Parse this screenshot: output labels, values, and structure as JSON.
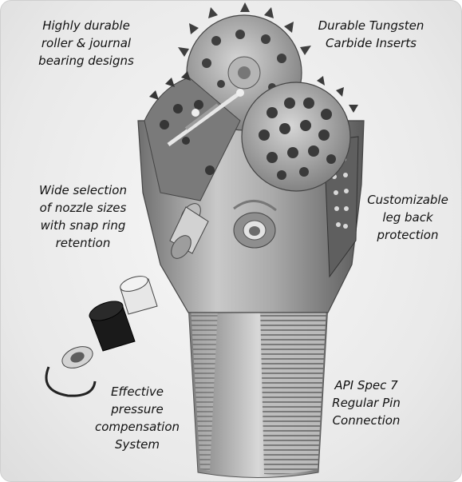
{
  "callouts": {
    "bearing": [
      "Highly durable",
      "roller & journal",
      "bearing designs"
    ],
    "tungsten": [
      "Durable Tungsten",
      "Carbide Inserts"
    ],
    "nozzle": [
      "Wide selection",
      "of nozzle sizes",
      "with snap ring",
      "retention"
    ],
    "legback": [
      "Customizable",
      "leg back",
      "protection"
    ],
    "pressure": [
      "Effective",
      "pressure",
      "compensation",
      "System"
    ],
    "pin": [
      "API Spec 7",
      "Regular Pin",
      "Connection"
    ]
  },
  "colors": {
    "text": "#111111",
    "steel_light": "#cfcfcf",
    "steel_mid": "#9a9a9a",
    "steel_dark": "#4a4a4a",
    "rubber": "#1a1a1a"
  }
}
